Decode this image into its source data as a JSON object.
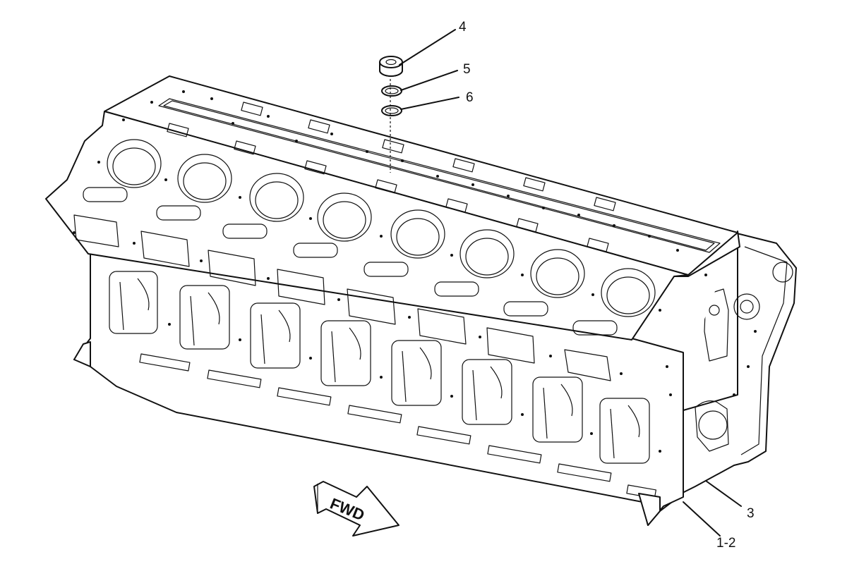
{
  "callouts": {
    "item_4": "4",
    "item_5": "5",
    "item_6": "6",
    "item_3": "3",
    "item_1_2": "1-2"
  },
  "direction_arrow": {
    "label": "FWD"
  }
}
